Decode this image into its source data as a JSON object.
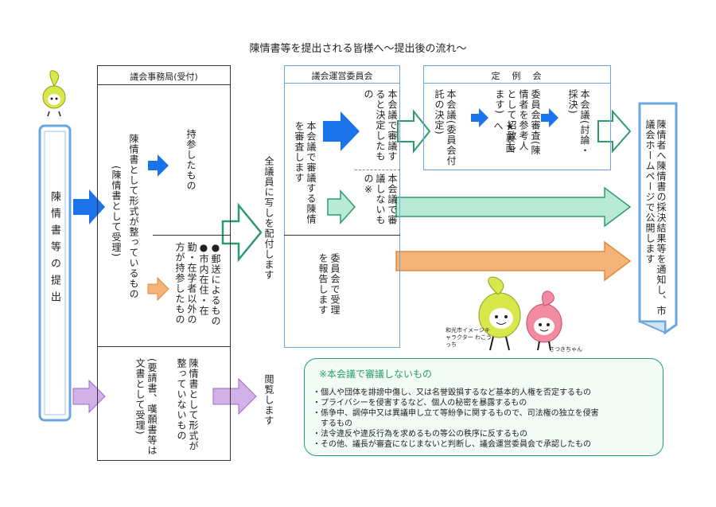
{
  "title": "陳情書等を提出される皆様へ〜提出後の流れ〜",
  "submission": {
    "label": "陳情書等の提出"
  },
  "secretariat": {
    "header": "議会事務局(受付)",
    "formal": "陳情書として形式が整っているもの",
    "formal_sub": "(陳情書として受理)",
    "carried": "持参したもの",
    "mailed": "●郵送によるもの ●市内在住・在勤・在学者以外の方が持参したもの",
    "informal": "陳情書として形式が整っていないもの",
    "informal_sub": "(要請書、嘆願書等は文書として受理)"
  },
  "distribute": "全議員に写しを配付します",
  "view": "閲覧します",
  "steering": {
    "header": "議会運営委員会",
    "review": "本会議で審議する陳情を審査します",
    "decided": "本会議で審議すると決定したもの",
    "not_reviewed": "本会議で審議しないもの※",
    "report": "委員会で受理を報告します"
  },
  "regular": {
    "header": "定　例　会",
    "step1": "本会議(委員会付託の決定)",
    "step2": "委員会審査(陳情者を参考人として招致します)",
    "step2_note": "★裏面へ",
    "step3": "本会議(討論・採決)"
  },
  "result": "陳情者へ陳情書の採決結果等を通知し、市議会ホームページで公開します",
  "mascots": {
    "caption1": "和光市イメージキャラクター わこうっち",
    "caption2": "さつきちゃん"
  },
  "note": {
    "title": "※本会議で審議しないもの",
    "lines": [
      "・個人や団体を誹謗中傷し、又は名誉毀損するなど基本的人権を否定するもの",
      "・プライバシーを侵害するなど、個人の秘密を暴露するもの",
      "・係争中、調停中又は異議申し立て等紛争に関するもので、司法権の独立を侵害",
      "　するもの",
      "・法令違反や違反行為を求めるもの等公の秩序に反するもの",
      "・その他、議長が審査になじまないと判断し、議会運営委員会で承認したもの"
    ]
  },
  "colors": {
    "blue": "#1a73e8",
    "green": "#2e9b6e",
    "mint": "#b8ead5",
    "orange": "#f5b37a",
    "purple": "#d2b0e8",
    "frame": "#6aa6e0"
  }
}
